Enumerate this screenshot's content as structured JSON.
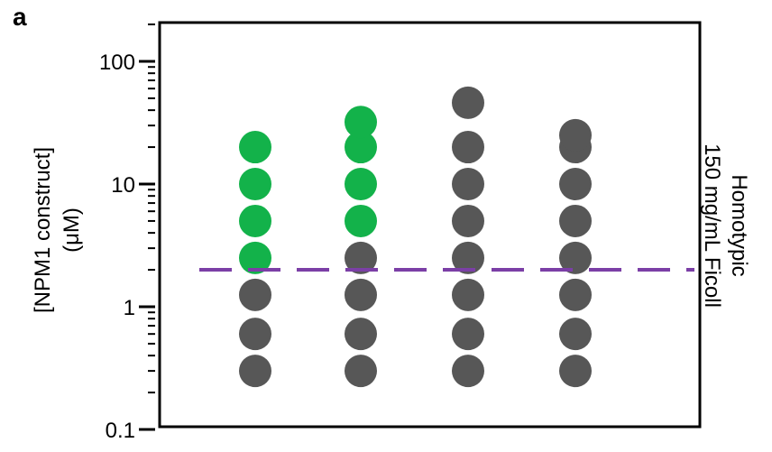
{
  "panel_label": "a",
  "chart_data": {
    "type": "scatter",
    "yscale": "log",
    "ylim": [
      0.1,
      200
    ],
    "ylabel_lines": [
      "[NPM1 construct]",
      "(μM)"
    ],
    "right_label_lines": [
      "Homotypic",
      "150 mg/mL Ficoll"
    ],
    "yticks": [
      {
        "value": 100,
        "label": "100"
      },
      {
        "value": 10,
        "label": "10"
      },
      {
        "value": 1,
        "label": "1"
      },
      {
        "value": 0.1,
        "label": "0.1"
      }
    ],
    "threshold": {
      "value": 2,
      "color": "#7b3fa6"
    },
    "colors": {
      "phase_separated": "#13b24a",
      "mixed": "#575757"
    },
    "columns": [
      {
        "points": [
          {
            "y": 0.3,
            "state": "mixed"
          },
          {
            "y": 0.6,
            "state": "mixed"
          },
          {
            "y": 1.25,
            "state": "mixed"
          },
          {
            "y": 2.5,
            "state": "phase_separated"
          },
          {
            "y": 5,
            "state": "phase_separated"
          },
          {
            "y": 10,
            "state": "phase_separated"
          },
          {
            "y": 20,
            "state": "phase_separated"
          }
        ]
      },
      {
        "points": [
          {
            "y": 0.3,
            "state": "mixed"
          },
          {
            "y": 0.6,
            "state": "mixed"
          },
          {
            "y": 1.25,
            "state": "mixed"
          },
          {
            "y": 2.5,
            "state": "mixed"
          },
          {
            "y": 5,
            "state": "phase_separated"
          },
          {
            "y": 10,
            "state": "phase_separated"
          },
          {
            "y": 20,
            "state": "phase_separated"
          },
          {
            "y": 32,
            "state": "phase_separated"
          }
        ]
      },
      {
        "points": [
          {
            "y": 0.3,
            "state": "mixed"
          },
          {
            "y": 0.6,
            "state": "mixed"
          },
          {
            "y": 1.25,
            "state": "mixed"
          },
          {
            "y": 2.5,
            "state": "mixed"
          },
          {
            "y": 5,
            "state": "mixed"
          },
          {
            "y": 10,
            "state": "mixed"
          },
          {
            "y": 20,
            "state": "mixed"
          },
          {
            "y": 46,
            "state": "mixed"
          }
        ]
      },
      {
        "points": [
          {
            "y": 0.3,
            "state": "mixed"
          },
          {
            "y": 0.6,
            "state": "mixed"
          },
          {
            "y": 1.25,
            "state": "mixed"
          },
          {
            "y": 2.5,
            "state": "mixed"
          },
          {
            "y": 5,
            "state": "mixed"
          },
          {
            "y": 10,
            "state": "mixed"
          },
          {
            "y": 20,
            "state": "mixed"
          },
          {
            "y": 25,
            "state": "mixed"
          }
        ]
      }
    ]
  }
}
